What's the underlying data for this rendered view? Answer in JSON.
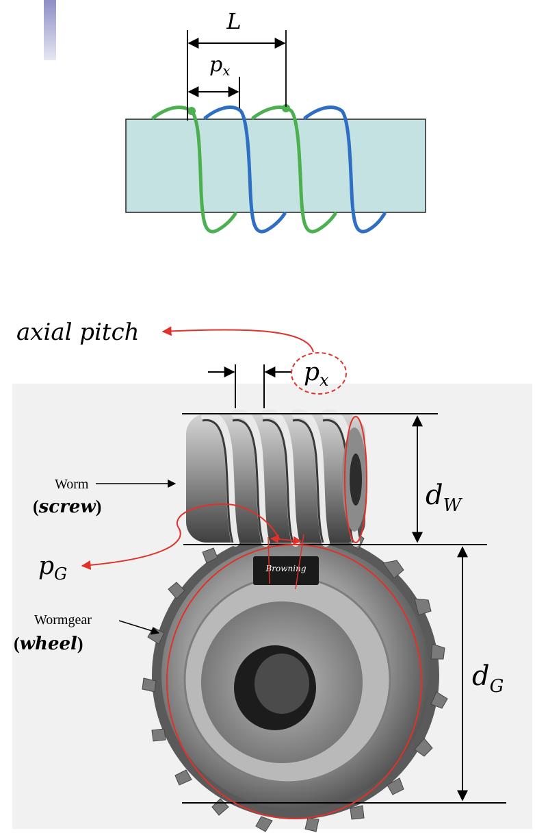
{
  "top_diagram": {
    "lead_symbol": "L",
    "pitch_symbol": "p",
    "pitch_subscript": "x",
    "colors": {
      "body_fill": "#c5e2e3",
      "thread_1": "#4caf50",
      "thread_2": "#2e6fc4",
      "line": "#000000"
    }
  },
  "bottom_diagram": {
    "axial_pitch_label": "axial pitch",
    "axial_pitch_symbol": "p",
    "axial_pitch_subscript": "x",
    "worm_label": "Worm",
    "worm_alt_open": "(",
    "worm_alt": "screw",
    "worm_alt_close": ")",
    "wormgear_label": "Wormgear",
    "wormgear_alt_open": "(",
    "wormgear_alt": "wheel",
    "wormgear_alt_close": ")",
    "circular_pitch_symbol": "p",
    "circular_pitch_subscript": "G",
    "worm_diameter_symbol": "d",
    "worm_diameter_subscript": "W",
    "gear_diameter_symbol": "d",
    "gear_diameter_subscript": "G",
    "gear_brand": "Browning",
    "colors": {
      "annotation_red": "#e0312b",
      "photo_bg": "#eeeeee",
      "metal_dark": "#555555",
      "metal_mid": "#8a8a8a",
      "metal_light": "#c8c8c8"
    }
  }
}
